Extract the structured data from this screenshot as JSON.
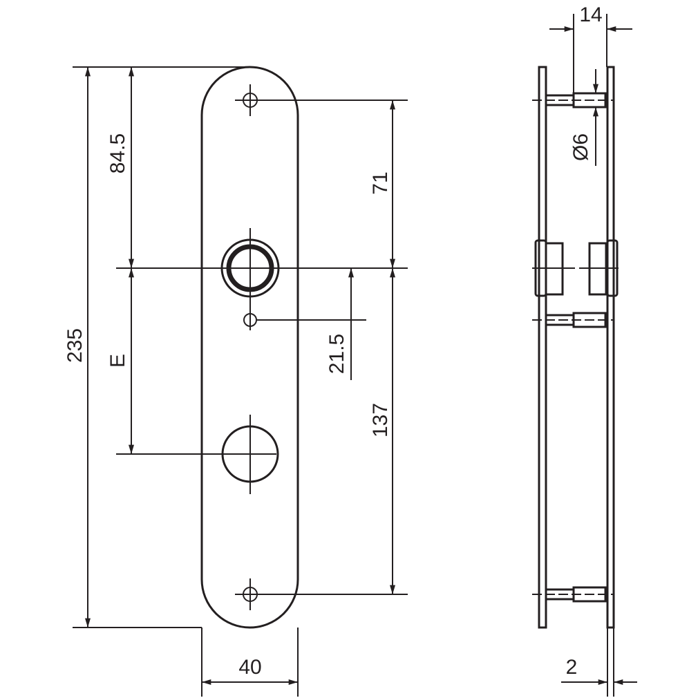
{
  "drawing": {
    "front_view": {
      "dimensions": {
        "total_height": "235",
        "top_to_handle": "84.5",
        "backset": "E",
        "top_hole_to_handle": "71",
        "handle_to_bottom_hole": "137",
        "handle_to_small_hole": "21.5",
        "width": "40"
      }
    },
    "side_view": {
      "dimensions": {
        "depth": "14",
        "pin_diameter": "Ø6",
        "plate_thickness": "2"
      }
    },
    "line_color": "#231f20"
  }
}
